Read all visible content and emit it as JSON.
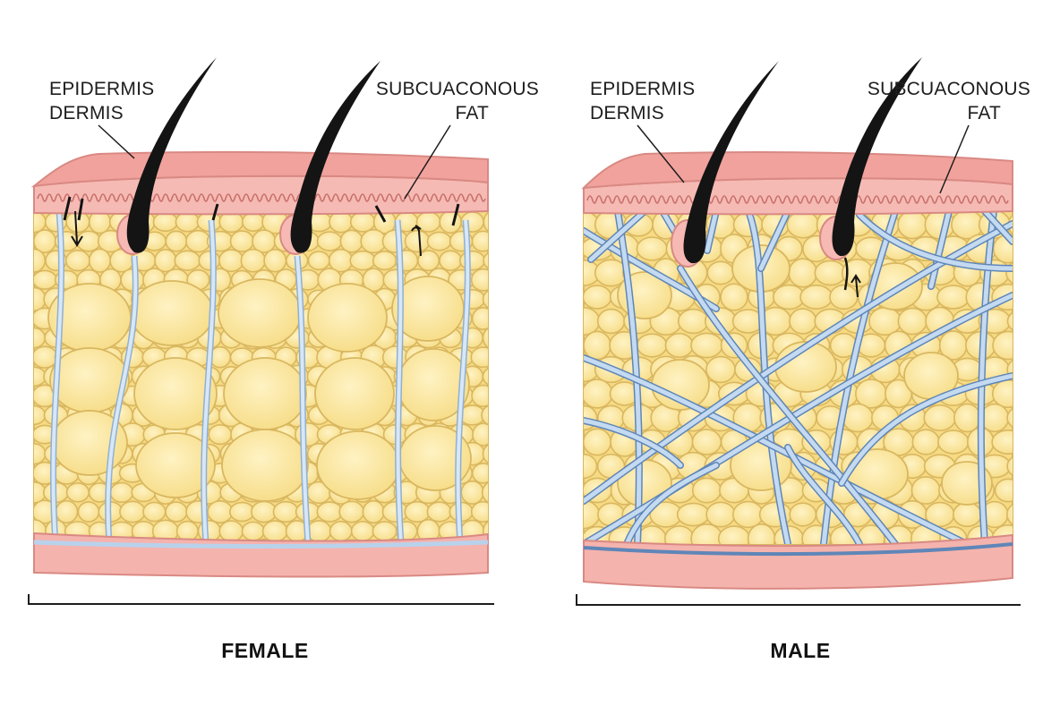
{
  "panels": [
    {
      "id": "female",
      "caption": "FEMALE",
      "labels": {
        "epidermis": "EPIDERMIS",
        "dermis": "DERMIS",
        "fat_line1": "SUBCUACONOUS",
        "fat_line2": "FAT"
      }
    },
    {
      "id": "male",
      "caption": "MALE",
      "labels": {
        "epidermis": "EPIDERMIS",
        "dermis": "DERMIS",
        "fat_line1": "SUBCUACONOUS",
        "fat_line2": "FAT"
      }
    }
  ],
  "colors": {
    "skin": "#f2a9a4",
    "skin_light": "#f7c6c1",
    "skin_edge": "#d98983",
    "fat": "#f8e08e",
    "fat_cell": "#fbe9a3",
    "fat_edge": "#d9b760",
    "septa": "#b9d2ec",
    "septa_edge": "#5f86b8",
    "hair": "#141414"
  }
}
